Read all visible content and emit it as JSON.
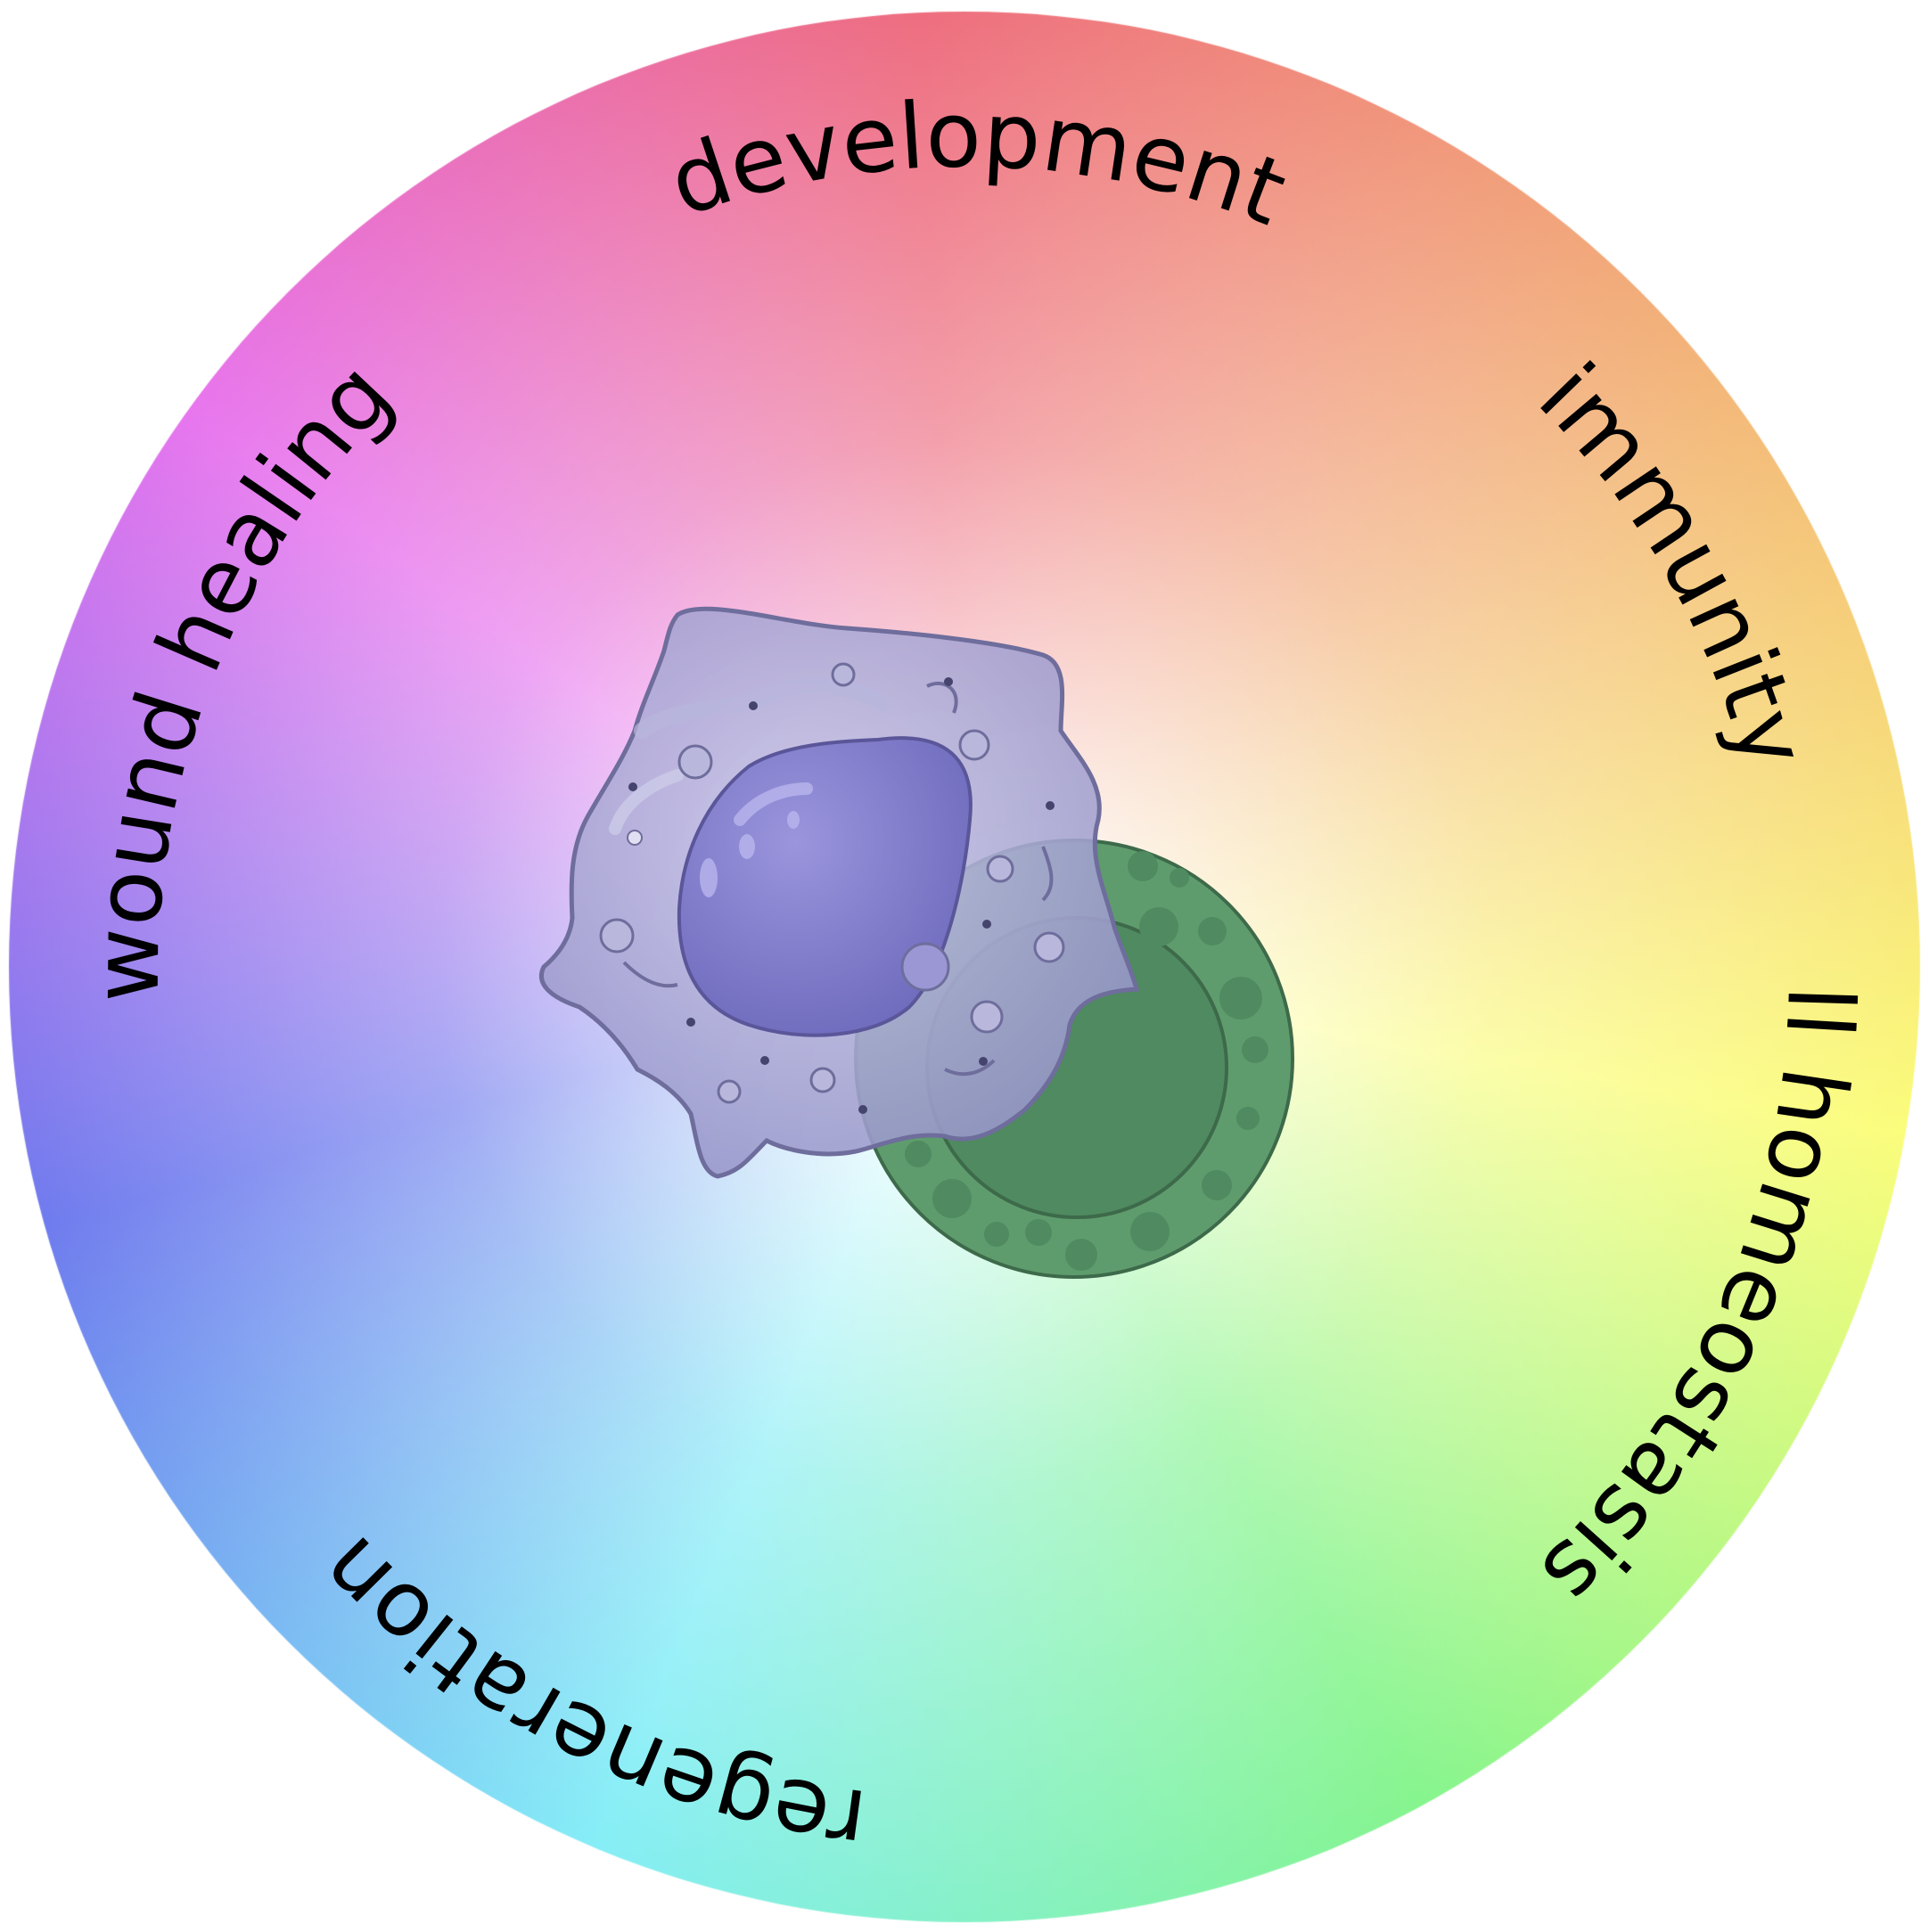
{
  "wheel": {
    "labels": {
      "development": "development",
      "immunity": "immunity",
      "cell_homeostasis": "cell homeostasis",
      "regeneration": "regeneration",
      "wound_healing": "wound healing"
    },
    "gradient_colors": {
      "red": "#ee6e80",
      "orange": "#f3b27a",
      "yellow": "#fbfd7c",
      "green": "#86f58e",
      "cyan": "#86eef7",
      "blue": "#6f7cee",
      "magenta": "#e876ee"
    },
    "center_color": "#ffffff"
  },
  "illustration": {
    "macrophage_icon": "macrophage-cell-icon",
    "engulfed_cell_icon": "green-apoptotic-cell-icon",
    "macrophage_body_color": "#9d9dd0",
    "macrophage_nucleus_color": "#7c78c8",
    "engulfed_cell_color": "#5e9b6c",
    "engulfed_cell_core_color": "#4f8a60"
  }
}
